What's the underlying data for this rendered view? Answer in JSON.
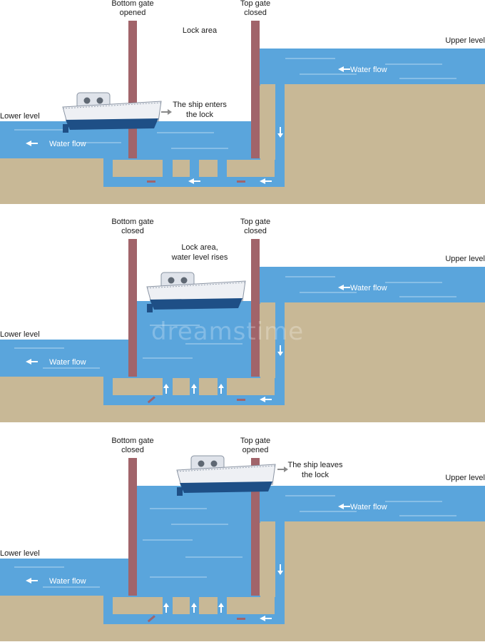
{
  "colors": {
    "water": "#5aa5dc",
    "water_dark": "#3f86c3",
    "ground": "#c8b896",
    "gate": "#a1646a",
    "hull": "#1e4f86",
    "boat": "#eef0f4"
  },
  "panels": [
    {
      "bottom_gate": [
        "Bottom gate",
        "opened"
      ],
      "top_gate": [
        "Top gate",
        "closed"
      ],
      "lock_label": [
        "Lock area"
      ],
      "upper_level": "Upper level",
      "lower_level": "Lower level",
      "upper_flow": "Water flow",
      "lower_flow": "Water flow",
      "ship_note": [
        "The ship enters",
        "the lock"
      ]
    },
    {
      "bottom_gate": [
        "Bottom gate",
        "closed"
      ],
      "top_gate": [
        "Top gate",
        "closed"
      ],
      "lock_label": [
        "Lock area,",
        "water level rises"
      ],
      "upper_level": "Upper level",
      "lower_level": "Lower level",
      "upper_flow": "Water flow",
      "lower_flow": "Water flow",
      "ship_note": [
        "",
        ""
      ]
    },
    {
      "bottom_gate": [
        "Bottom gate",
        "closed"
      ],
      "top_gate": [
        "Top gate",
        "opened"
      ],
      "lock_label": [
        "",
        ""
      ],
      "upper_level": "Upper level",
      "lower_level": "Lower level",
      "upper_flow": "Water flow",
      "lower_flow": "Water flow",
      "ship_note": [
        "The ship leaves",
        "the lock"
      ]
    }
  ],
  "watermark": "dreamstime"
}
